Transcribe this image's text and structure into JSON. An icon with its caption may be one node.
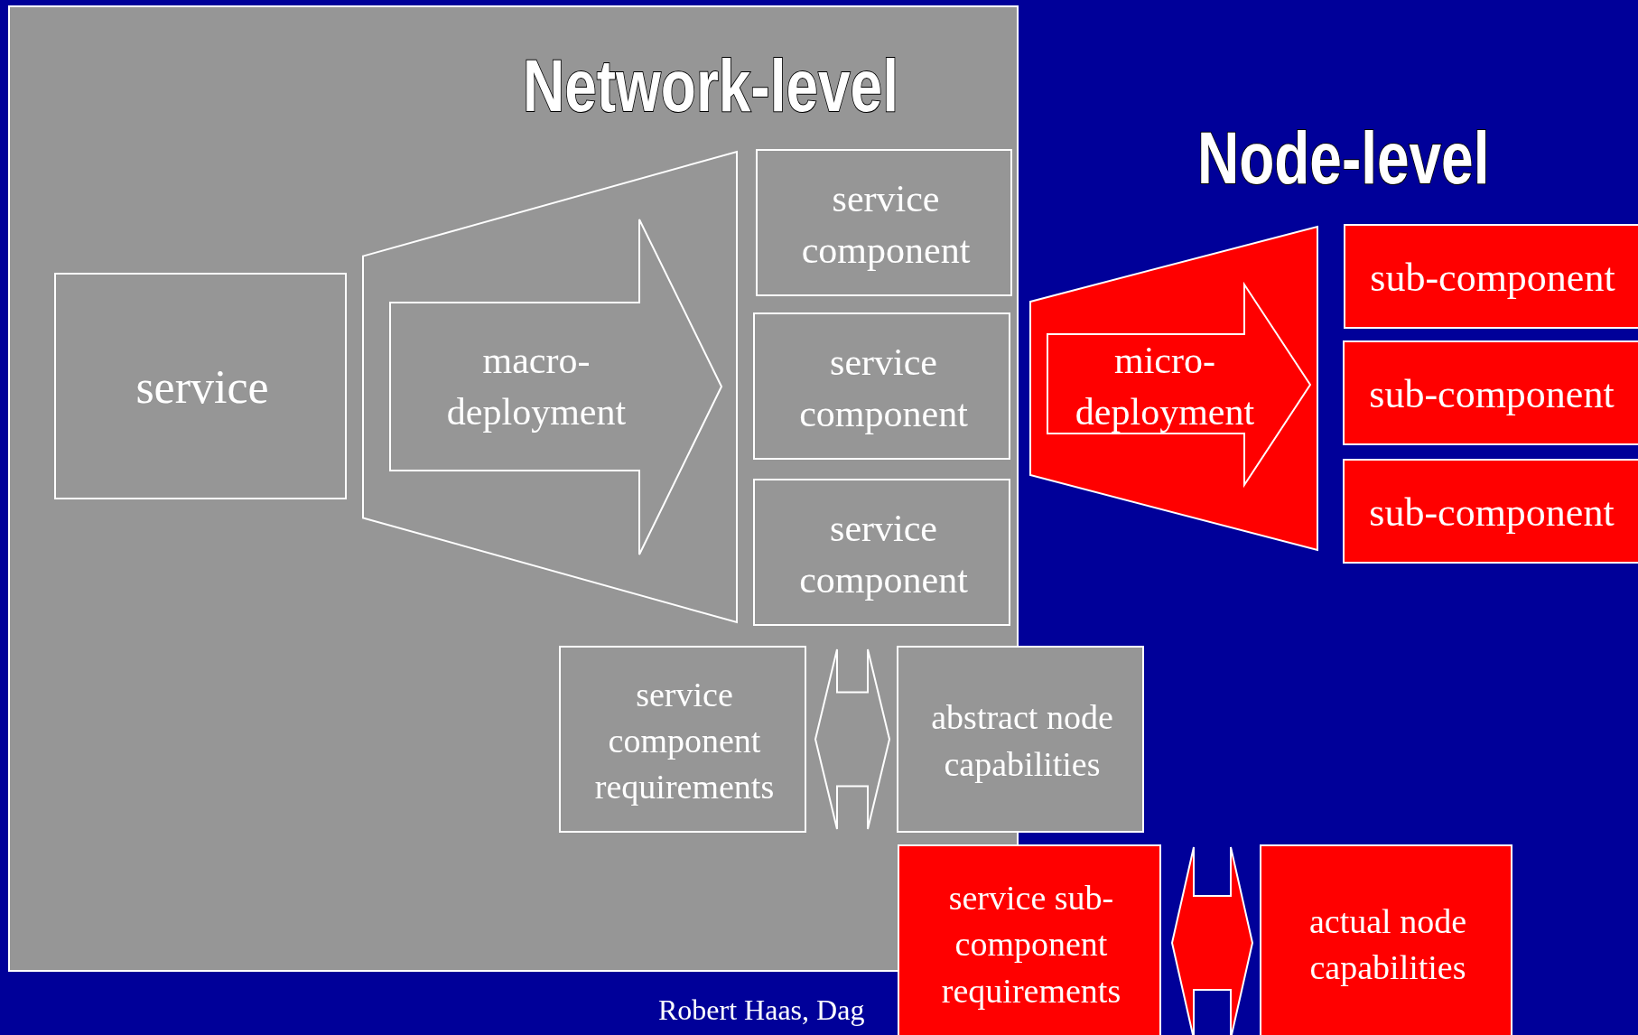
{
  "diagram": {
    "nodes": [
      {
        "text": [
          "Network-level"
        ]
      },
      {
        "text": [
          "service"
        ],
        "in": 0
      },
      {
        "text": [
          "macro- deployment"
        ],
        "in": 0
      },
      {
        "text": [
          "service component"
        ],
        "in": 0
      },
      {
        "text": [
          "service component"
        ],
        "in": 0
      },
      {
        "text": [
          "service component"
        ],
        "in": 0
      },
      {
        "text": [
          "service component requirements"
        ],
        "in": 0
      },
      {
        "text": [
          "abstract node capabilities"
        ]
      },
      {
        "text": [
          "micro- deployment"
        ]
      },
      {
        "text": [
          "sub-component"
        ]
      },
      {
        "text": [
          "sub-component"
        ]
      },
      {
        "text": [
          "sub-component"
        ]
      },
      {
        "text": [
          "service sub-component requirements"
        ]
      },
      {
        "text": [
          "actual node capabilities"
        ]
      }
    ],
    "edges": [
      {
        "from": 6,
        "to": 7,
        "arrow": "both"
      },
      {
        "from": 12,
        "to": 13,
        "arrow": "both",
        "color": "#ff0000"
      }
    ],
    "labels": [
      "Node-level",
      "Robert Haas, Dag"
    ]
  }
}
